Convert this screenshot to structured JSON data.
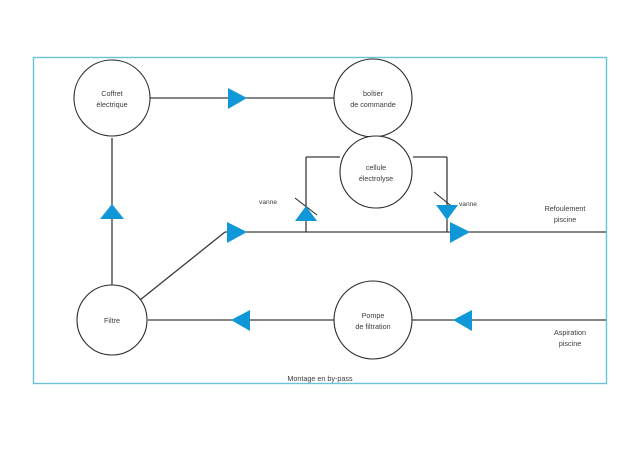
{
  "diagram": {
    "caption": "Montage en by-pass",
    "colors": {
      "frame": "#6cc2d8",
      "arrow": "#0f97d7",
      "pipe": "#3a3a3a",
      "text": "#3b3b3b"
    },
    "nodes": [
      {
        "id": "coffret",
        "label_line1": "Coffret",
        "label_line2": "électrique"
      },
      {
        "id": "boitier",
        "label_line1": "boîtier",
        "label_line2": "de commande"
      },
      {
        "id": "cellule",
        "label_line1": "cellule",
        "label_line2": "électrolyse"
      },
      {
        "id": "filtre",
        "label_line1": "Filtre",
        "label_line2": ""
      },
      {
        "id": "pompe",
        "label_line1": "Pompe",
        "label_line2": "de filtration"
      }
    ],
    "valves": [
      {
        "id": "vanne-gauche",
        "label": "vanne"
      },
      {
        "id": "vanne-droite",
        "label": "vanne"
      }
    ],
    "side_labels": [
      {
        "id": "refoulement",
        "line1": "Refoulement",
        "line2": "piscine"
      },
      {
        "id": "aspiration",
        "line1": "Aspiration",
        "line2": "piscine"
      }
    ]
  }
}
